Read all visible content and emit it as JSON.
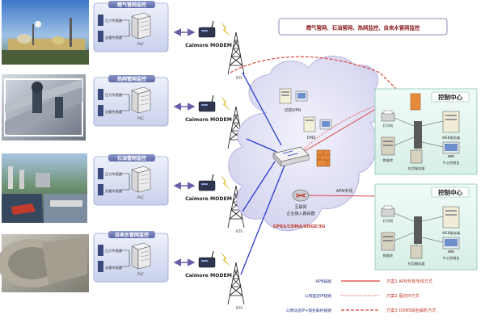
{
  "stations": [
    {
      "header": "燃气管网监控",
      "sensor1": "压力传感器",
      "sensor2": "流量传感器",
      "plc": "PLC",
      "modem": "Caimore MODEM",
      "base": "BTS"
    },
    {
      "header": "热网管网监控",
      "sensor1": "压力传感器",
      "sensor2": "流量传感器",
      "plc": "PLC",
      "modem": "Caimore MODEM",
      "base": "BTS"
    },
    {
      "header": "石油管网监控",
      "sensor1": "压力传感器",
      "sensor2": "流量传感器",
      "plc": "PLC",
      "modem": "Caimore MODEM",
      "base": "BTS"
    },
    {
      "header": "自来水管网监控",
      "sensor1": "压力传感器",
      "sensor2": "流量传感器",
      "plc": "PLC",
      "modem": "Caimore MODEM",
      "base": "BTS"
    }
  ],
  "title_box": "燃气管网、石油管网、热网监控、自来水管网监控",
  "cloud": {
    "vpn": "动态VPN",
    "dns": "DNS",
    "internet": "互联网",
    "router": "企业接入路由器",
    "gprs": "GPRS/CDMA/EDGE/3G",
    "apn": "APN专线"
  },
  "centers": [
    {
      "title": "控制中心",
      "printer": "打印机",
      "web": "WEB服务器",
      "db": "数据库",
      "app": "应用服务器",
      "workstation": "中心控制台"
    },
    {
      "title": "控制中心",
      "printer": "打印机",
      "web": "WEB服务器",
      "db": "数据库",
      "app": "应用服务器",
      "workstation": "中心控制台"
    }
  ],
  "legend": {
    "left": [
      "APN链路",
      "公网固定IP链路",
      "公网动态IP+域名解析链路"
    ],
    "right": [
      "方案1 APN专有专线方式",
      "方案2 固定IP方式",
      "方案3 DDNS域名解析方式"
    ]
  },
  "colors": {
    "apn_line": "#d9433b",
    "vpn_line": "#e2554d",
    "blue_link": "#2a3bd1",
    "station_panel": "#dde3f3",
    "cloud": "#e6e6f8",
    "center_panel": "#e8f7f2"
  }
}
